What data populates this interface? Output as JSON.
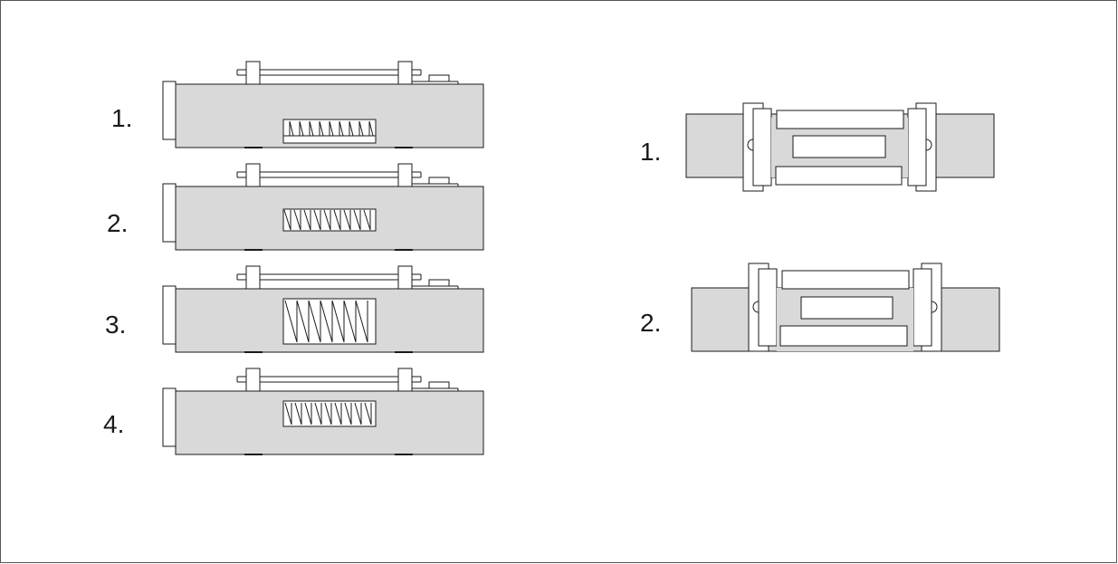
{
  "left_panel": {
    "labels": [
      "1.",
      "2.",
      "3.",
      "4."
    ]
  },
  "right_panel": {
    "labels": [
      "1.",
      "2."
    ]
  },
  "colors": {
    "body_fill": "#d9d9d9",
    "stroke": "#1a1a1a",
    "background": "#ffffff"
  }
}
